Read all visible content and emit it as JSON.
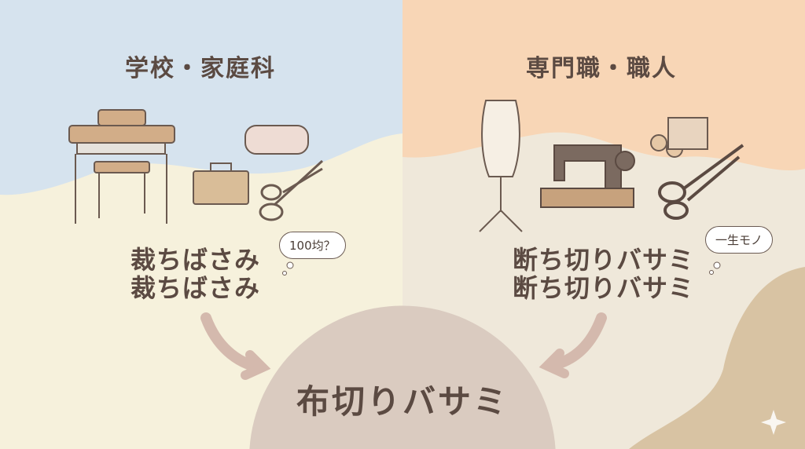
{
  "left": {
    "title": "学校・家庭科",
    "lines": [
      "裁ちばさみ",
      "裁ちばさみ"
    ],
    "bubble": "100均？"
  },
  "right": {
    "title": "専門職・職人",
    "lines": [
      "断ち切りバサミ",
      "断ち切りバサミ"
    ],
    "bubble": "一生モノ"
  },
  "center": {
    "label": "布切りバサミ"
  },
  "colors": {
    "left_top": "#d6e3ee",
    "right_top": "#f8d6b6",
    "cream": "#f6f1dc",
    "beige": "#efe8da",
    "circle": "#dacbc0",
    "text": "#5b4a42"
  }
}
